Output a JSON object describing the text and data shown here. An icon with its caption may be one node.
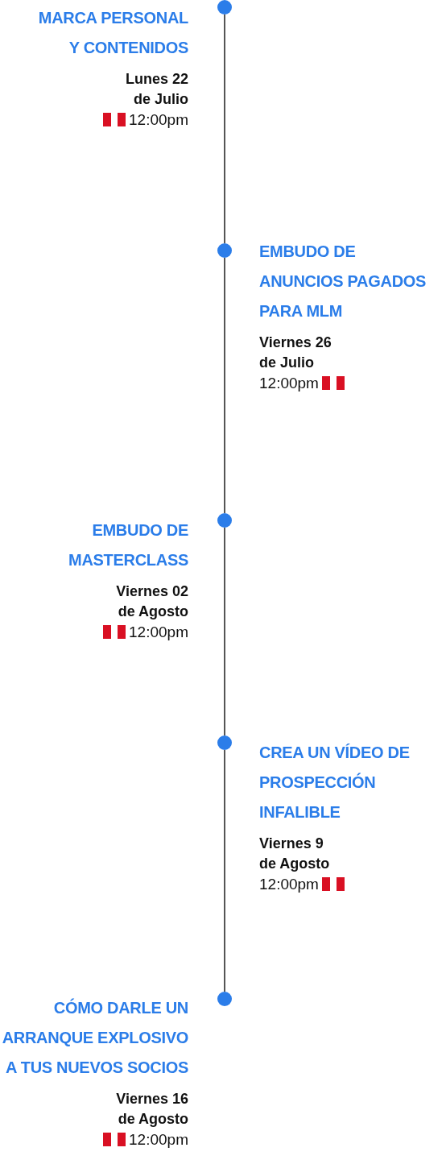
{
  "diagram": {
    "nodes": [
      {
        "text": [],
        "shape": "circle",
        "beside": [
          "MARCA PERSONAL Y CONTENIDOS",
          "Lunes 22 de Julio",
          "12:00pm"
        ]
      },
      {
        "text": [],
        "shape": "circle",
        "beside": [
          "EMBUDO DE ANUNCIOS PAGADOS PARA MLM",
          "Viernes 26 de Julio",
          "12:00pm"
        ]
      },
      {
        "text": [],
        "shape": "circle",
        "beside": [
          "EMBUDO DE MASTERCLASS",
          "Viernes 02 de Agosto",
          "12:00pm"
        ]
      },
      {
        "text": [],
        "shape": "circle",
        "beside": [
          "CREA UN VÍDEO DE PROSPECCIÓN INFALIBLE",
          "Viernes 9 de Agosto",
          "12:00pm"
        ]
      },
      {
        "text": [],
        "shape": "circle",
        "beside": [
          "CÓMO DARLE UN ARRANQUE EXPLOSIVO A TUS NUEVOS SOCIOS",
          "Viernes 16 de Agosto",
          "12:00pm"
        ]
      }
    ],
    "edges": [
      {
        "from": 0,
        "to": 1,
        "arrow": "none"
      },
      {
        "from": 1,
        "to": 2,
        "arrow": "none"
      },
      {
        "from": 2,
        "to": 3,
        "arrow": "none"
      },
      {
        "from": 3,
        "to": 4,
        "arrow": "none"
      }
    ]
  }
}
